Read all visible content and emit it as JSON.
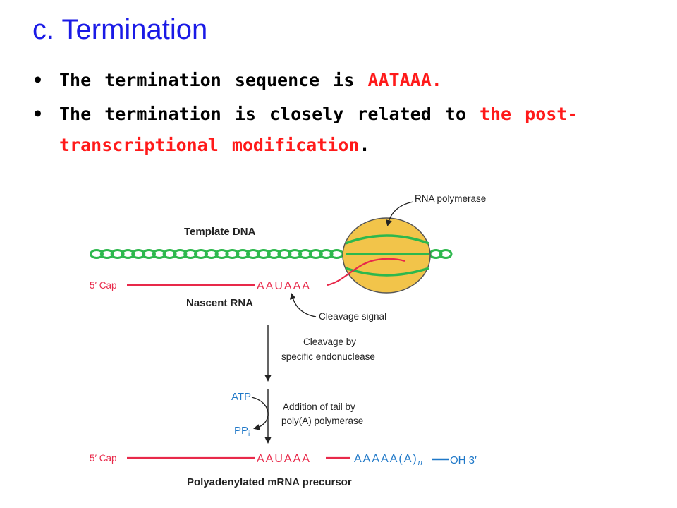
{
  "slide": {
    "title": "c. Termination",
    "bullet_marker": "•",
    "bullet1": {
      "text": "The termination sequence is ",
      "highlight": "AATAAA."
    },
    "bullet2": {
      "text": "The termination is closely related to ",
      "highlight": "the post-transcriptional modification",
      "end": "."
    }
  },
  "diagram": {
    "rna_polymerase": "RNA polymerase",
    "template_dna": "Template DNA",
    "cap_label_1": "5′ Cap",
    "signal_seq_1": "AAUAAA",
    "nascent_rna": "Nascent RNA",
    "cleavage_signal": "Cleavage signal",
    "cleavage_line1": "Cleavage by",
    "cleavage_line2": "specific endonuclease",
    "atp": "ATP",
    "ppi": "PP",
    "ppi_sub": "i",
    "addition_line1": "Addition of tail by",
    "addition_line2": "poly(A) polymerase",
    "cap_label_2": "5′ Cap",
    "signal_seq_2": "AAUAAA",
    "polya_tail": "AAAAA(A)",
    "polya_n": "n",
    "oh_end": "OH 3′",
    "product": "Polyadenylated mRNA precursor"
  },
  "colors": {
    "title": "#1a1ae6",
    "highlight": "#ff1a1a",
    "dna_strand": "#2db84d",
    "rna_strand": "#e8294a",
    "polymerase_fill": "#f2c44a",
    "poly_a_tail": "#1f78c8"
  }
}
